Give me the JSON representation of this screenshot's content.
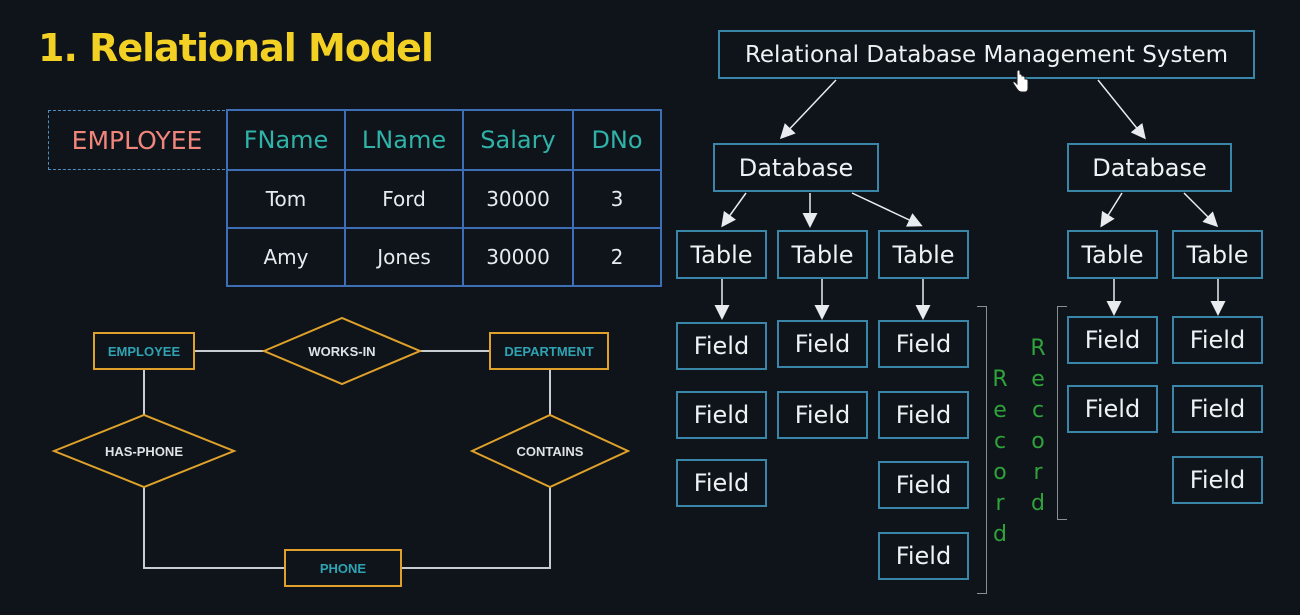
{
  "title": "1. Relational Model",
  "relation": {
    "name": "EMPLOYEE",
    "columns": [
      "FName",
      "LName",
      "Salary",
      "DNo"
    ],
    "rows": [
      [
        "Tom",
        "Ford",
        "30000",
        "3"
      ],
      [
        "Amy",
        "Jones",
        "30000",
        "2"
      ]
    ]
  },
  "er": {
    "employee": "EMPLOYEE",
    "works_in": "WORKS-IN",
    "department": "DEPARTMENT",
    "has_phone": "HAS-PHONE",
    "contains": "CONTAINS",
    "phone": "PHONE"
  },
  "hierarchy": {
    "root": "Relational Database Management System",
    "database_left": "Database",
    "database_right": "Database",
    "table": "Table",
    "field": "Field",
    "record": "Record"
  },
  "colors": {
    "title": "#f2d024",
    "relation_name": "#f0857c",
    "column_header": "#2fb2a8",
    "table_border": "#3e6fb6",
    "er_shape": "#e0a12a",
    "er_entity_text": "#2fa3b3",
    "hierarchy_border": "#3a86a8",
    "record_text": "#2fa33a"
  }
}
